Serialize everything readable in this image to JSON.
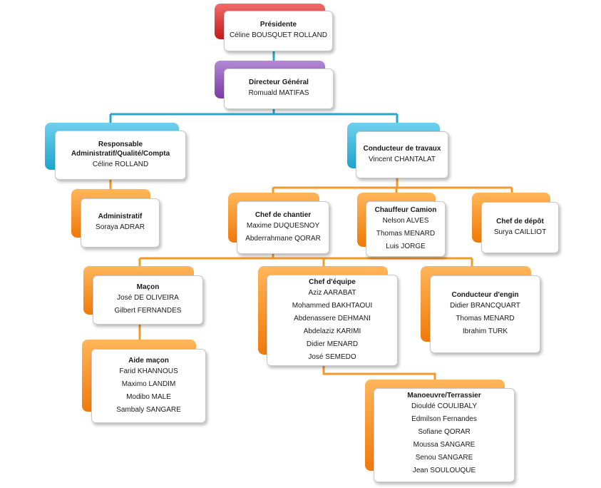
{
  "nodes": {
    "presidente": {
      "title": "Présidente",
      "members": [
        "Céline BOUSQUET ROLLAND"
      ]
    },
    "directeur": {
      "title": "Directeur Général",
      "members": [
        "Romuald MATIFAS"
      ]
    },
    "resp_admin": {
      "title": "Responsable Administratif/Qualité/Compta",
      "members": [
        "Céline ROLLAND"
      ]
    },
    "conducteur_travaux": {
      "title": "Conducteur  de travaux",
      "members": [
        "Vincent CHANTALAT"
      ]
    },
    "administratif": {
      "title": "Administratif",
      "members": [
        "Soraya ADRAR"
      ]
    },
    "chef_chantier": {
      "title": "Chef de chantier",
      "members": [
        "Maxime DUQUESNOY",
        "Abderrahmane QORAR"
      ]
    },
    "chauffeur": {
      "title": "Chauffeur Camion",
      "members": [
        "Nelson ALVES",
        "Thomas MENARD",
        "Luis JORGE"
      ]
    },
    "chef_depot": {
      "title": "Chef de dépôt",
      "members": [
        "Surya CAILLIOT"
      ]
    },
    "macon": {
      "title": "Maçon",
      "members": [
        "José DE OLIVEIRA",
        "Gilbert FERNANDES"
      ]
    },
    "chef_equipe": {
      "title": "Chef d'équipe",
      "members": [
        "Aziz AARABAT",
        "Mohammed BAKHTAOUI",
        "Abdenassere DEHMANI",
        "Abdelaziz KARIMI",
        "Didier MENARD",
        "José SEMEDO"
      ]
    },
    "conducteur_engin": {
      "title": "Conducteur  d'engin",
      "members": [
        "Didier BRANCQUART",
        "Thomas MENARD",
        "Ibrahim TURK"
      ]
    },
    "aide_macon": {
      "title": "Aide maçon",
      "members": [
        "Farid KHANNOUS",
        "Maximo LANDIM",
        "Modibo MALE",
        "Sambaly SANGARE"
      ]
    },
    "manoeuvre": {
      "title": "Manoeuvre/Terrassier",
      "members": [
        "Diouldé COULIBALY",
        "Edmilson Fernandes",
        "Sofiane QORAR",
        "Moussa SANGARE",
        "Senou SANGARE",
        "Jean SOULOUQUE"
      ]
    }
  },
  "colors": {
    "red": "#d42a2a",
    "purple": "#8e4fb8",
    "blue": "#2bb0d8",
    "orange": "#f28a1c",
    "connector_top": "#2aa5c8",
    "connector_bottom": "#f39a2e"
  }
}
